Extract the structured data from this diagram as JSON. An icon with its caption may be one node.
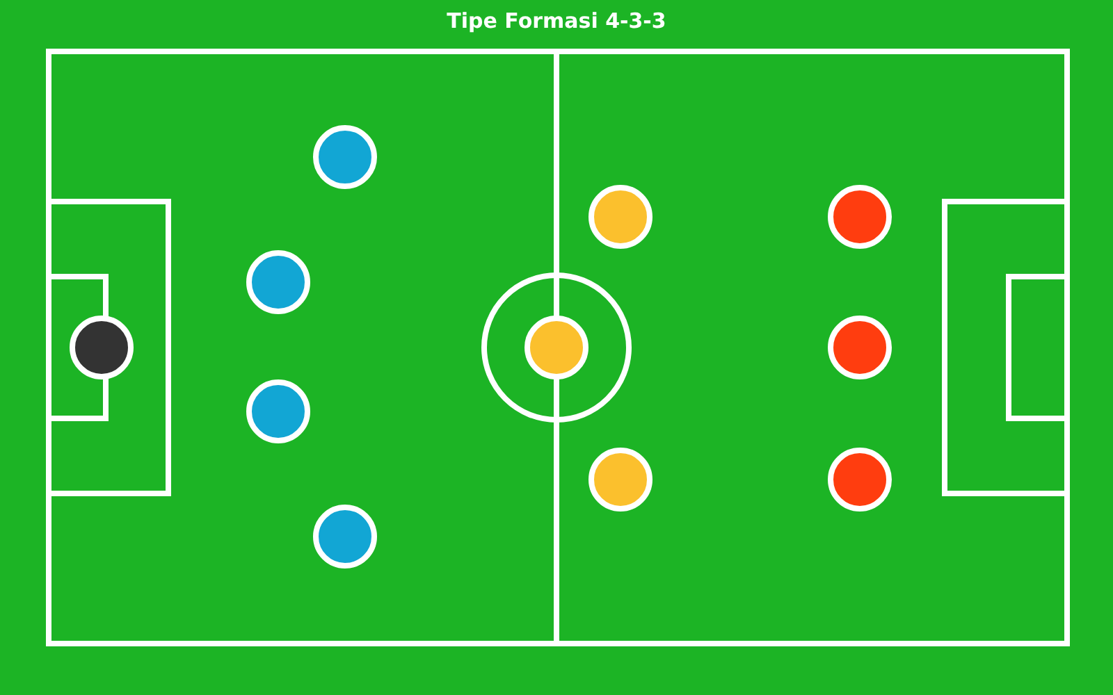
{
  "diagram": {
    "title": "Tipe Formasi 4-3-3",
    "nodes": [
      {
        "text": [],
        "shape": "circle"
      },
      {
        "text": [],
        "shape": "circle"
      },
      {
        "text": [],
        "shape": "circle"
      },
      {
        "text": [],
        "shape": "circle"
      },
      {
        "text": [],
        "shape": "circle"
      },
      {
        "text": [],
        "shape": "circle"
      },
      {
        "text": [],
        "shape": "circle"
      },
      {
        "text": [],
        "shape": "circle"
      },
      {
        "text": [],
        "shape": "circle"
      },
      {
        "text": [],
        "shape": "circle"
      },
      {
        "text": [],
        "shape": "circle"
      }
    ]
  }
}
